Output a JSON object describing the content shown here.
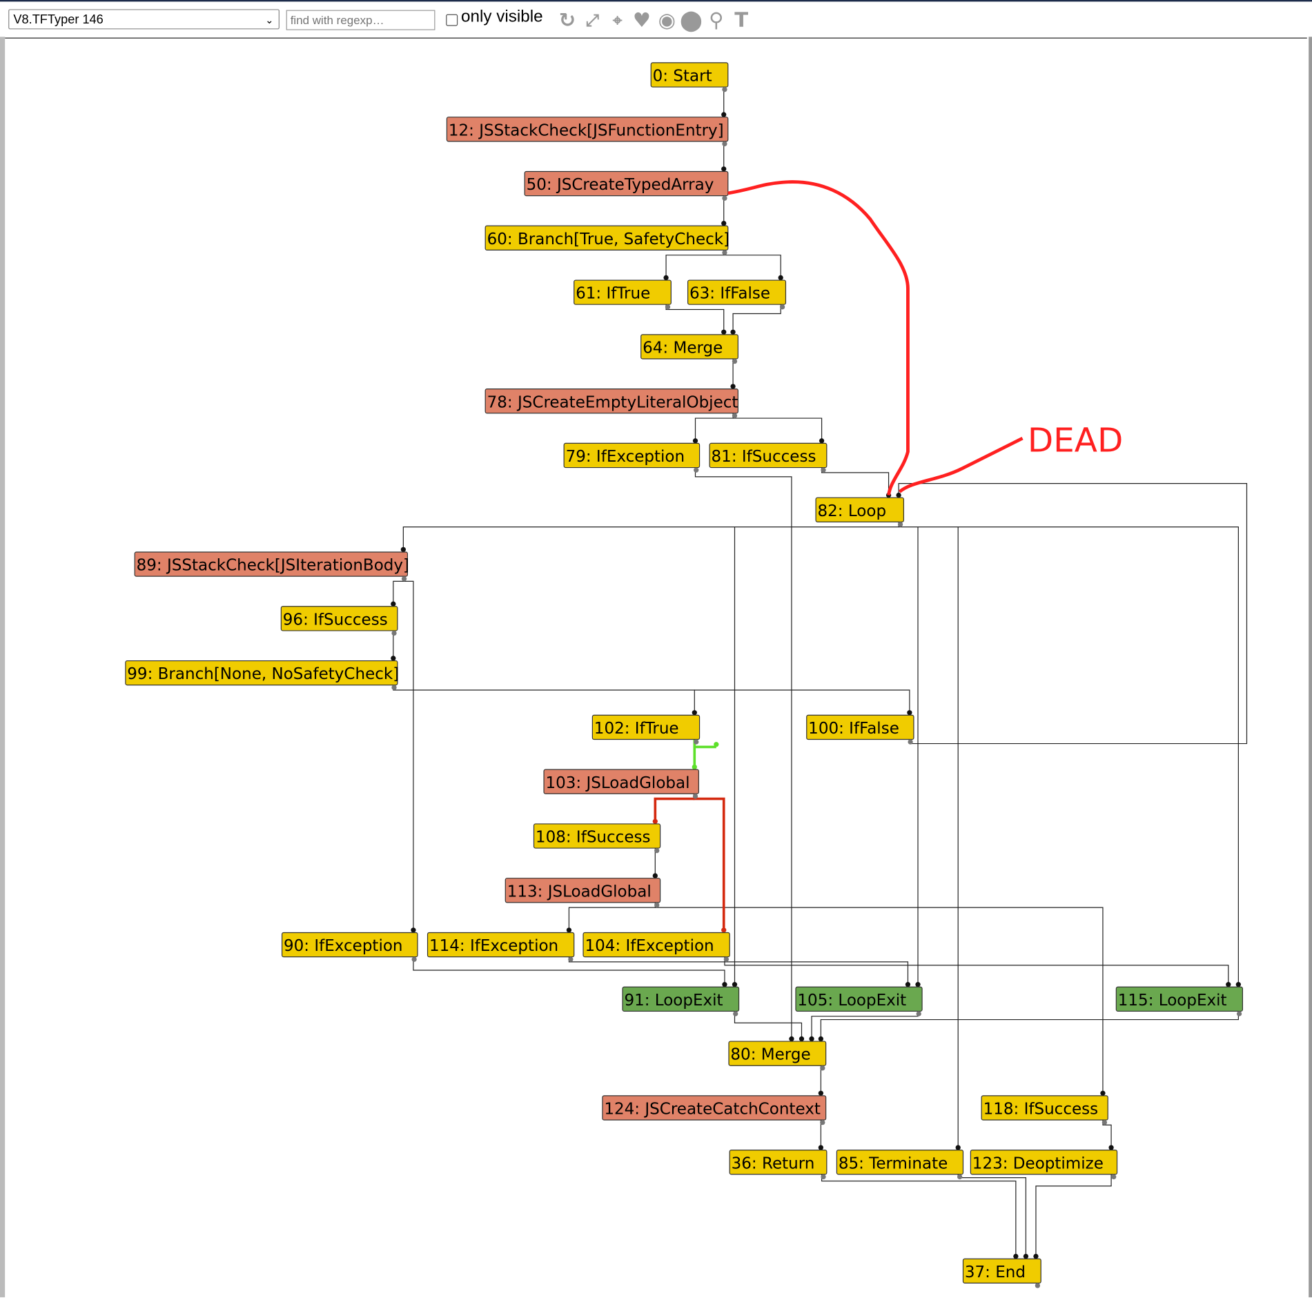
{
  "toolbar": {
    "phase_select": "V8.TFTyper 146",
    "search_placeholder": "find with regexp…",
    "only_visible_label": "only visible",
    "only_visible_checked": false,
    "icons": [
      "reload-icon",
      "expand-icon",
      "layout-icon",
      "heart-icon",
      "eye-icon",
      "eye-hidden-icon",
      "search-icon",
      "text-icon"
    ]
  },
  "colors": {
    "yellow": "#f0cc00",
    "red": "#e08268",
    "green": "#6aa84f",
    "highlight_green": "#5de02a",
    "highlight_red": "#d42a10",
    "annotation": "#ff2020"
  },
  "annotation": {
    "text": "DEAD"
  },
  "nodes": [
    {
      "id": "0",
      "label": "0: Start",
      "kind": "yellow"
    },
    {
      "id": "12",
      "label": "12: JSStackCheck[JSFunctionEntry]",
      "kind": "red"
    },
    {
      "id": "50",
      "label": "50: JSCreateTypedArray",
      "kind": "red"
    },
    {
      "id": "60",
      "label": "60: Branch[True, SafetyCheck]",
      "kind": "yellow"
    },
    {
      "id": "61",
      "label": "61: IfTrue",
      "kind": "yellow"
    },
    {
      "id": "63",
      "label": "63: IfFalse",
      "kind": "yellow"
    },
    {
      "id": "64",
      "label": "64: Merge",
      "kind": "yellow"
    },
    {
      "id": "78",
      "label": "78: JSCreateEmptyLiteralObject",
      "kind": "red"
    },
    {
      "id": "79",
      "label": "79: IfException",
      "kind": "yellow"
    },
    {
      "id": "81",
      "label": "81: IfSuccess",
      "kind": "yellow"
    },
    {
      "id": "82",
      "label": "82: Loop",
      "kind": "yellow"
    },
    {
      "id": "89",
      "label": "89: JSStackCheck[JSIterationBody]",
      "kind": "red",
      "highlight": "green"
    },
    {
      "id": "96",
      "label": "96: IfSuccess",
      "kind": "yellow"
    },
    {
      "id": "99",
      "label": "99: Branch[None, NoSafetyCheck]",
      "kind": "yellow"
    },
    {
      "id": "102",
      "label": "102: IfTrue",
      "kind": "yellow",
      "highlight": "green"
    },
    {
      "id": "100",
      "label": "100: IfFalse",
      "kind": "yellow"
    },
    {
      "id": "103",
      "label": "103: JSLoadGlobal",
      "kind": "red"
    },
    {
      "id": "108",
      "label": "108: IfSuccess",
      "kind": "yellow",
      "highlight": "red"
    },
    {
      "id": "113",
      "label": "113: JSLoadGlobal",
      "kind": "red"
    },
    {
      "id": "90",
      "label": "90: IfException",
      "kind": "yellow"
    },
    {
      "id": "114",
      "label": "114: IfException",
      "kind": "yellow"
    },
    {
      "id": "104",
      "label": "104: IfException",
      "kind": "yellow",
      "highlight": "red"
    },
    {
      "id": "91",
      "label": "91: LoopExit",
      "kind": "green"
    },
    {
      "id": "105",
      "label": "105: LoopExit",
      "kind": "green"
    },
    {
      "id": "115",
      "label": "115: LoopExit",
      "kind": "green"
    },
    {
      "id": "80",
      "label": "80: Merge",
      "kind": "yellow"
    },
    {
      "id": "124",
      "label": "124: JSCreateCatchContext",
      "kind": "red"
    },
    {
      "id": "118",
      "label": "118: IfSuccess",
      "kind": "yellow"
    },
    {
      "id": "36",
      "label": "36: Return",
      "kind": "yellow"
    },
    {
      "id": "85",
      "label": "85: Terminate",
      "kind": "yellow"
    },
    {
      "id": "123",
      "label": "123: Deoptimize",
      "kind": "yellow"
    },
    {
      "id": "37",
      "label": "37: End",
      "kind": "yellow"
    }
  ]
}
